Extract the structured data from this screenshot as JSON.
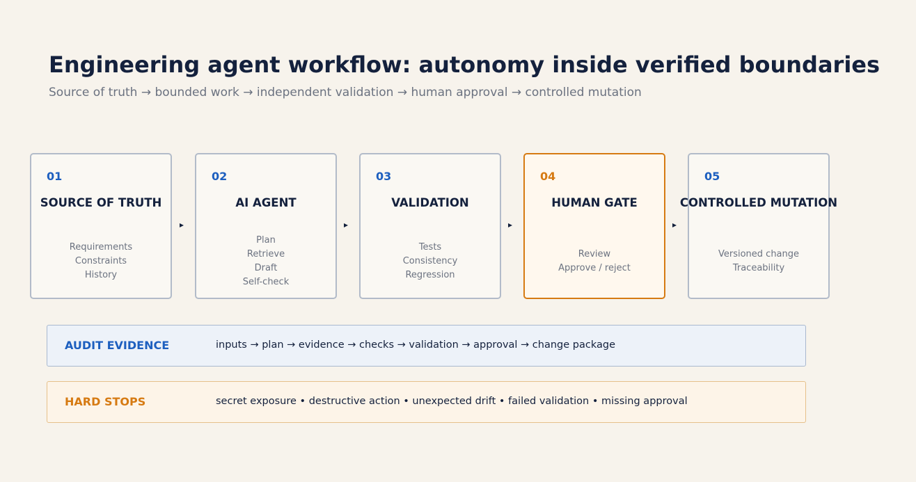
{
  "header": {
    "title": "Engineering agent workflow: autonomy inside verified boundaries",
    "subtitle": "Source of truth → bounded work → independent validation → human approval → controlled mutation"
  },
  "colors": {
    "background": "#f7f3ec",
    "text_dark": "#14213d",
    "text_muted": "#6b7280",
    "accent_blue": "#1d5fbf",
    "accent_orange": "#d67a12",
    "card_border": "#b2bbc9"
  },
  "steps": [
    {
      "num": "01",
      "title": "SOURCE OF TRUTH",
      "items": [
        "Requirements",
        "Constraints",
        "History"
      ],
      "highlight": false
    },
    {
      "num": "02",
      "title": "AI AGENT",
      "items": [
        "Plan",
        "Retrieve",
        "Draft",
        "Self-check"
      ],
      "highlight": false
    },
    {
      "num": "03",
      "title": "VALIDATION",
      "items": [
        "Tests",
        "Consistency",
        "Regression"
      ],
      "highlight": false
    },
    {
      "num": "04",
      "title": "HUMAN GATE",
      "items": [
        "Review",
        "Approve / reject"
      ],
      "highlight": true
    },
    {
      "num": "05",
      "title": "CONTROLLED MUTATION",
      "items": [
        "Versioned change",
        "Traceability"
      ],
      "highlight": false
    }
  ],
  "audit": {
    "label": "AUDIT EVIDENCE",
    "text": "inputs → plan → evidence → checks → validation → approval → change package"
  },
  "hard_stops": {
    "label": "HARD STOPS",
    "text": "secret exposure • destructive action • unexpected drift • failed validation • missing approval"
  }
}
